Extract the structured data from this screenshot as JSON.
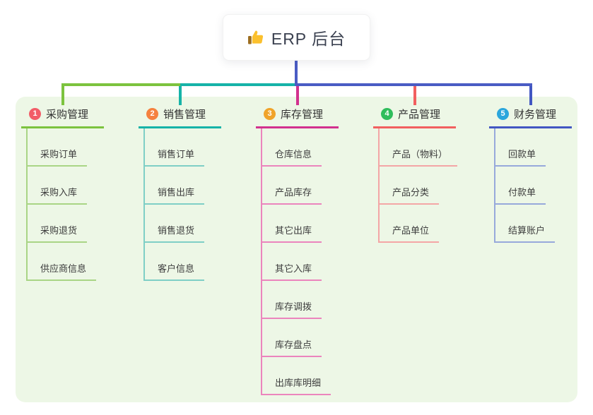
{
  "root": {
    "label": "ERP 后台",
    "icon": "thumbs-up-icon"
  },
  "panel_color": "#edf7e6",
  "connector": {
    "root_color": "#4a5cc4"
  },
  "branches": [
    {
      "index": "1",
      "title": "采购管理",
      "badge_color": "#f25d68",
      "line_color": "#7cc33e",
      "child_line_color": "#a9d585",
      "children": [
        "采购订单",
        "采购入库",
        "采购退货",
        "供应商信息"
      ]
    },
    {
      "index": "2",
      "title": "销售管理",
      "badge_color": "#f5813f",
      "line_color": "#16b3a8",
      "child_line_color": "#7fcfc6",
      "children": [
        "销售订单",
        "销售出库",
        "销售退货",
        "客户信息"
      ]
    },
    {
      "index": "3",
      "title": "库存管理",
      "badge_color": "#f0a32a",
      "line_color": "#d2318e",
      "child_line_color": "#eb85bd",
      "children": [
        "仓库信息",
        "产品库存",
        "其它出库",
        "其它入库",
        "库存调拨",
        "库存盘点",
        "出库库明细"
      ]
    },
    {
      "index": "4",
      "title": "产品管理",
      "badge_color": "#2fbd5c",
      "line_color": "#f25f5f",
      "child_line_color": "#f4a6a6",
      "children": [
        "产品（物料）",
        "产品分类",
        "产品单位"
      ]
    },
    {
      "index": "5",
      "title": "财务管理",
      "badge_color": "#2ba6dc",
      "line_color": "#4257c2",
      "child_line_color": "#97a9db",
      "children": [
        "回款单",
        "付款单",
        "结算账户"
      ]
    }
  ]
}
